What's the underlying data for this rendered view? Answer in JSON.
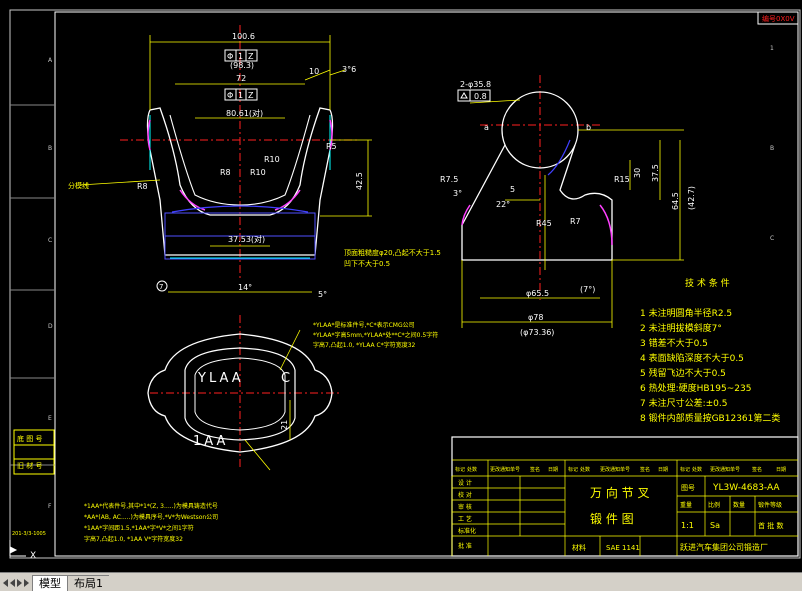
{
  "tabs": {
    "model": "模型",
    "layout1": "布局1"
  },
  "drawing": {
    "corner_code": "编号0X0V",
    "dims": {
      "d1006": "100.6",
      "d983": "(98.3)",
      "d72": "72",
      "d8061": "80.61(对)",
      "d10": "10",
      "d36": "3°6",
      "dR10a": "R10",
      "dR10b": "R10",
      "dR5": "R5",
      "dR8": "R8",
      "dR8b": "R8",
      "d425": "42.5",
      "d3753": "37.53(对)",
      "d14": "14°",
      "d5deg": "5°",
      "leader_parting": "分模线",
      "d2358": "2-φ35.8",
      "d08": "0.8",
      "da": "a",
      "db": "b",
      "dR75": "R7.5",
      "d22": "22°",
      "d3deg": "3°",
      "d5": "5",
      "dR45": "R45",
      "dR15": "R15",
      "dR7": "R7",
      "d30": "30",
      "d375": "37.5",
      "d645": "64.5",
      "d427": "(42.7)",
      "d655": "φ65.5",
      "d7deg": "(7°)",
      "d78": "φ78",
      "d7336": "(φ73.36)",
      "d21": "21",
      "d7circle": "7",
      "ylaa_upper": "YLAA",
      "ylaa_c": "C",
      "ylaa_lower": "1AA",
      "datum1": "Φ",
      "datum2": "1",
      "datum3": "Z"
    },
    "notes_mid": [
      "顶面粗糙度φ20,凸起不大于1.5",
      "凹下不大于0.5"
    ],
    "notes_center": [
      "*YLAA*是标准件号,*C*表示CMG公司",
      "*YLAA*字高5mm,*YLAA*处**C*之间0.5字符",
      "字高7,凸起1.0, *YLAA C*字符宽度32"
    ],
    "notes_bottom": [
      "*1AA*代表件号,其中*1*(Z, 3.....)为模具铸造代号",
      "*AA*(AB, AC.....)为模具序号,*V*为Westson公司",
      "*1AA*字间距1.5,*1AA*字*V*之间1字符",
      "字高7,凸起1.0, *1AA   V*字符宽度32"
    ],
    "tech": {
      "title": "技 术 条 件",
      "items": [
        "1  未注明圆角半径R2.5",
        "2  未注明拔模斜度7°",
        "3  错差不大于0.5",
        "4  表面缺陷深度不大于0.5",
        "5  残留飞边不大于0.5",
        "6  热处理:硬度HB195~235",
        "7  未注尺寸公差:±0.5",
        "8  锻件内部质量按GB12361第二类"
      ]
    },
    "title_block": {
      "part_name": "万 向 节 叉",
      "drawing_name": "锻 件 图",
      "drawing_no_label": "图号",
      "drawing_no": "YL3W-4683-AA",
      "material_label": "材料",
      "material": "SAE 1141",
      "scale": "1:1",
      "sheet": "Sa",
      "company": "跃进汽车集团公司锻造厂",
      "weight_label": "重量",
      "scale_label": "比例",
      "header_cells": [
        "标记",
        "处数",
        "更改通知单号",
        "签名",
        "日期",
        "标记",
        "处数",
        "更改通知单号",
        "签名",
        "日期",
        "标记",
        "处数",
        "更改通知单号",
        "签名",
        "日期"
      ],
      "role_cells": [
        "设 计",
        "校 对",
        "审 核",
        "工 艺",
        "标准化",
        "批 准"
      ],
      "right_small": [
        "重量",
        "比例",
        "数量",
        "锻件等级"
      ],
      "quality_label": "首 批 数"
    },
    "left_labels": {
      "stamp1": "底 图 号",
      "stamp2": "旧 材 号",
      "date": "201-3/3-1005"
    }
  }
}
